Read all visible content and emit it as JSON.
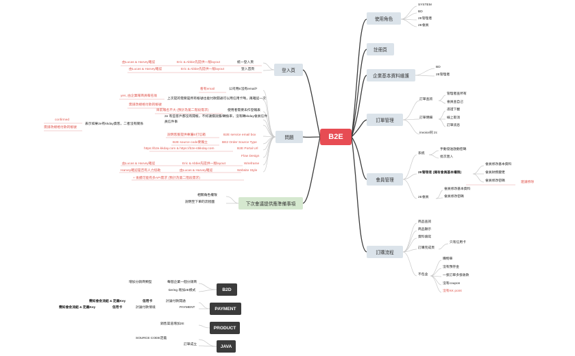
{
  "colors": {
    "center": "#e74c53",
    "topic": "#dbe3ea",
    "topic_green": "#d5e8cf",
    "dark": "#3b3b3b",
    "red_text": "#e0564e",
    "line": "#3a3a3a",
    "light_line": "#c8c8c8",
    "red_line": "#e8a0a0"
  },
  "center": "B2E",
  "right": {
    "roles": {
      "label": "使用角色",
      "items": [
        "SYSTEM",
        "BD",
        "2E管理者",
        "2E會員"
      ]
    },
    "register": {
      "label": "註冊頁"
    },
    "corp": {
      "label": "企業基本資料維護",
      "items": [
        "BD",
        "2E管理者"
      ]
    },
    "orders": {
      "label": "訂單管理",
      "query": "訂單查詢",
      "query_items": [
        "管理者查所有",
        "會員查自己"
      ],
      "detail": "訂單明細",
      "detail_items": [
        "憑證下載",
        "線上取消",
        "訂單訊息"
      ],
      "invoice": "invoice同 2c"
    },
    "members": {
      "label": "會員管理",
      "system": "系統",
      "system_items": [
        "手動發送啟動密碼",
        "批次匯入"
      ],
      "admin": "2E管理者  (擁有會員基本權限)",
      "admin_items": [
        "會員修改基本資料",
        "會員財務變更",
        "會員修改密碼"
      ],
      "admin_note": "建議移除",
      "member": "2E會員",
      "member_items": [
        "會員修改基本資料",
        "會員修改密碼"
      ]
    },
    "flow": {
      "label": "訂購流程",
      "items": [
        "商品查詢",
        "商品顯示",
        "資料填寫",
        "訂購完成頁"
      ],
      "card": "只有信用卡",
      "excluded": "不包含",
      "excluded_items": [
        "購物車",
        "沒有預存金",
        "一張訂單多張收款",
        "沒有coupon"
      ],
      "kk": "沒有KK point"
    }
  },
  "left": {
    "login": {
      "label": "登入頁",
      "rows": [
        {
          "red1": "由Lucas & Harvey確認",
          "red2": "Eric & Abbie先提供一版layout",
          "text": "統一登入頁"
        },
        {
          "red1": "由Lucas & Harvey確認",
          "red2": "Eric & Abbie先提供一版layout",
          "text": "登入首頁"
        }
      ]
    },
    "issues": {
      "label": "問題",
      "q1_red": "看有email",
      "q1": "公司用E沒有email?",
      "q2": "上次提的需要是所有帳號也能付款開通可以用信用卡嗎，再確認一次",
      "q2_red1": "yes, 由企業報商員報名後",
      "q2_red2": "需請改規格付款的帳號",
      "q3_red": "目前報名不大 (預計為第二階段需求)",
      "q3": "使用者需要未作登報表",
      "q4": "2e 有些客戶都沒有開帳，不好議價說服/轉換率，沒有轉kkday會員信件",
      "q4_small": "員信件事",
      "q5": "表示如果2e有kkday資客，二者沒有關係",
      "q5_red1": "confirmed",
      "q5_red2": "需請改規格付款的帳號",
      "q6_red": "說明客服提供專屬E打信箱",
      "q6": "B2E service email box",
      "q7_red": "B2E source code要獨立",
      "q7": "BE2 Order Source Type",
      "q8_red": "https://b2e.kkday.com & https://b2e-stkkday.com",
      "q8": "B2E Portal Url",
      "q9": "Flow Design",
      "q10_red1": "由Lucas & Harvey確認",
      "q10_red2": "Eric & Abbie先提供一版layout",
      "q10": "Wireframe",
      "q11_red1": "Harvey確認是否有人力協助",
      "q11_red2": "由Lucas & Harvey確認",
      "q11": "Website Style",
      "q12_red": "+ 後續可能有多API需求 (預計為第二階段需求)"
    },
    "next": {
      "label": "下次會議提供應準備事項",
      "items": [
        "相關角色權限",
        "說明至下單的流程圖"
      ]
    }
  },
  "bottom": {
    "b2d": {
      "label": "B2D",
      "a_left": "增加分銷商類型",
      "a_right": "每個企業一個分銷商",
      "b": "tiering 增加2E模式"
    },
    "payment": {
      "label": "PAYMENT",
      "row1_a": "需知會金流組 & 定義Key",
      "row1_b": "信用卡",
      "row1_c": "討論付款開通",
      "row2_a": "需知會金流組 & 定義Key",
      "row2_b": "信用卡",
      "row2_c": "討論付款情境",
      "row2_d": "PAYMENT"
    },
    "product": {
      "label": "PRODUCT",
      "note": "銷售渠道增加2E"
    },
    "java": {
      "label": "JAVA",
      "a": "SOURCE CODE定義",
      "b": "訂單成立"
    }
  }
}
